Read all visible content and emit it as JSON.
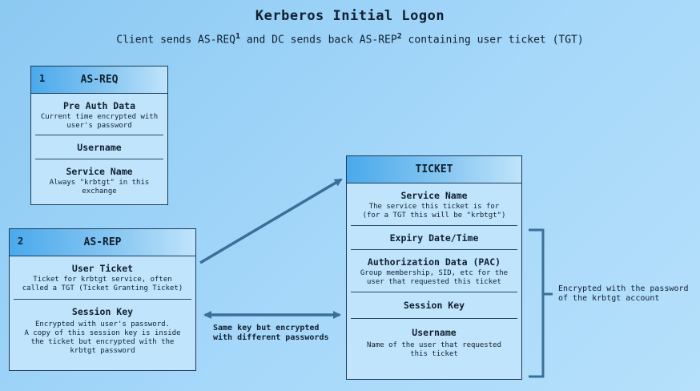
{
  "title": "Kerberos Initial Logon",
  "subtitle": {
    "part1": "Client sends AS-REQ",
    "sup1": "1",
    "part2": " and DC sends back AS-REP",
    "sup2": "2",
    "part3": " containing user ticket (TGT)"
  },
  "as_req": {
    "number": "1",
    "title": "AS-REQ",
    "sections": [
      {
        "title": "Pre Auth Data",
        "desc_lines": [
          "Current time encrypted with",
          "user's password"
        ]
      },
      {
        "title": "Username",
        "desc_lines": []
      },
      {
        "title": "Service Name",
        "desc_lines": [
          "Always \"krbtgt\" in this",
          "exchange"
        ]
      }
    ]
  },
  "as_rep": {
    "number": "2",
    "title": "AS-REP",
    "sections": [
      {
        "title": "User Ticket",
        "desc_lines": [
          "Ticket for krbtgt service, often",
          "called a TGT (Ticket Granting Ticket)"
        ]
      },
      {
        "title": "Session Key",
        "desc_lines": [
          "Encrypted with user's password.",
          "A copy of this session key is inside",
          "the ticket but encrypted with the",
          "krbtgt password"
        ]
      }
    ]
  },
  "ticket": {
    "title": "TICKET",
    "sections": [
      {
        "title": "Service Name",
        "desc_lines": [
          "The service this ticket is for",
          "(for a TGT this will be \"krbtgt\")"
        ]
      },
      {
        "title": "Expiry Date/Time",
        "desc_lines": []
      },
      {
        "title": "Authorization Data (PAC)",
        "desc_lines": [
          "Group membership, SID, etc for the",
          "user that requested this ticket"
        ]
      },
      {
        "title": "Session Key",
        "desc_lines": []
      },
      {
        "title": "Username",
        "desc_lines": [
          "Name of the user that requested",
          "this ticket"
        ]
      }
    ]
  },
  "notes": {
    "same_key": [
      "Same key but encrypted",
      "with different passwords"
    ],
    "encrypted": [
      "Encrypted with the password",
      "of the krbtgt account"
    ]
  },
  "colors": {
    "stroke": "#1d3a55",
    "arrow": "#3a6f99",
    "header_accent": "#4aa9ec"
  }
}
